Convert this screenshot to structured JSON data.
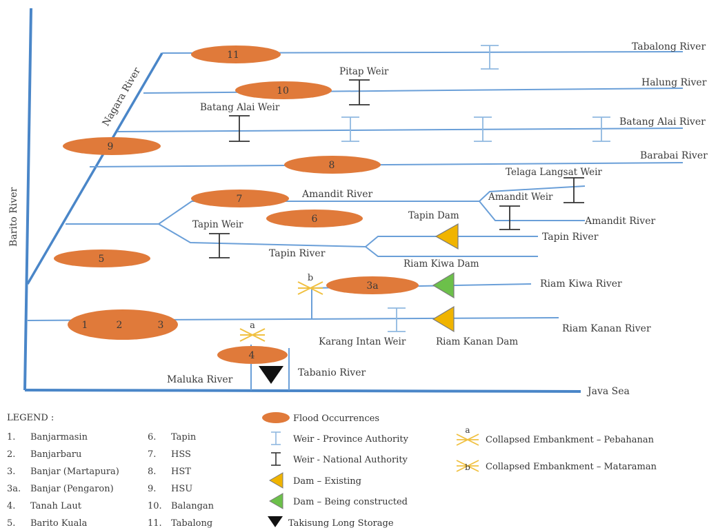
{
  "colors": {
    "river": "#6a9fd8",
    "main_river": "#4a86c8",
    "flood": "#e07a3a",
    "weir_national": "#333333",
    "weir_province": "#8fb8e0",
    "dam_existing": "#f0b400",
    "dam_construct": "#6cc04a",
    "storage": "#111111",
    "embankment": "#f0c040"
  },
  "rivers": {
    "barito": "Barito River",
    "nagara": "Nagara River",
    "tabalong": "Tabalong River",
    "halung": "Halung River",
    "batang_alai": "Batang Alai River",
    "barabai": "Barabai River",
    "amandit": "Amandit River",
    "amandit_right": "Amandit River",
    "tapin": "Tapin River",
    "tapin_right": "Tapin River",
    "riam_kiwa": "Riam Kiwa River",
    "riam_kanan": "Riam Kanan River",
    "maluka": "Maluka River",
    "tabanio": "Tabanio River",
    "java_sea": "Java Sea"
  },
  "structures": {
    "pitap_weir": "Pitap Weir",
    "batang_alai_weir": "Batang Alai Weir",
    "telaga_langsat_weir": "Telaga Langsat Weir",
    "amandit_weir": "Amandit Weir",
    "tapin_weir": "Tapin Weir",
    "tapin_dam": "Tapin Dam",
    "riam_kiwa_dam": "Riam Kiwa Dam",
    "karang_intan_weir": "Karang Intan Weir",
    "riam_kanan_dam": "Riam Kanan Dam"
  },
  "floods": {
    "f11": "11",
    "f10": "10",
    "f9": "9",
    "f8": "8",
    "f7": "7",
    "f6": "6",
    "f5": "5",
    "f3a": "3a",
    "f1": "1",
    "f2": "2",
    "f3": "3",
    "f4": "4"
  },
  "embankment_marks": {
    "a": "a",
    "b": "b"
  },
  "legend": {
    "title": "LEGEND :",
    "col1": [
      {
        "num": "1.",
        "name": "Banjarmasin"
      },
      {
        "num": "2.",
        "name": "Banjarbaru"
      },
      {
        "num": "3.",
        "name": "Banjar (Martapura)"
      },
      {
        "num": "3a.",
        "name": "Banjar (Pengaron)"
      },
      {
        "num": "4.",
        "name": "Tanah Laut"
      },
      {
        "num": "5.",
        "name": "Barito Kuala"
      }
    ],
    "col2": [
      {
        "num": "6.",
        "name": "Tapin"
      },
      {
        "num": "7.",
        "name": "HSS"
      },
      {
        "num": "8.",
        "name": "HST"
      },
      {
        "num": "9.",
        "name": "HSU"
      },
      {
        "num": "10.",
        "name": "Balangan"
      },
      {
        "num": "11.",
        "name": "Tabalong"
      }
    ],
    "symbols": {
      "flood": "Flood Occurrences",
      "weir_province": "Weir - Province Authority",
      "weir_national": "Weir - National Authority",
      "dam_existing": "Dam – Existing",
      "dam_construct": "Dam – Being constructed",
      "storage": "Takisung Long Storage",
      "collapsed_a": "Collapsed Embankment – Pebahanan",
      "collapsed_b": "Collapsed Embankment – Mataraman",
      "mark_a": "a",
      "mark_b": "b"
    }
  }
}
